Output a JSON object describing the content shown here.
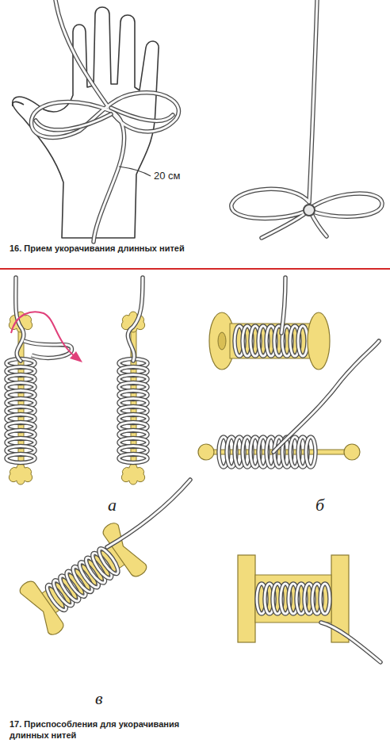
{
  "diagram": {
    "labels": [
      "16. Прием укорачивания длинных нитей",
      "20 см",
      "а",
      "б",
      "в",
      "17. Приспособления для укорачивания длинных нитей"
    ]
  }
}
